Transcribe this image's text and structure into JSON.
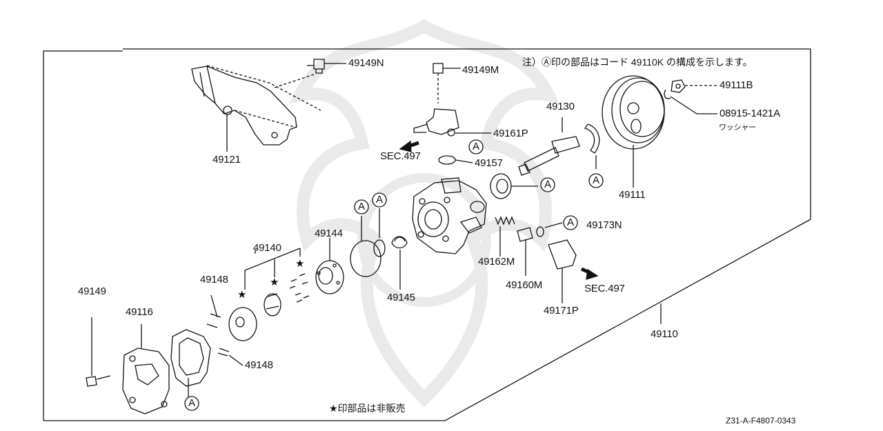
{
  "diagram": {
    "note_top": "注）Ⓐ印の部品はコード 49110K の構成を示します。",
    "note_bottom": "★印部品は非販売",
    "figure_ref": "Z31-A-F4807-0343",
    "washer_caption": "ワッシャー",
    "circle_marker": "A",
    "star_marker": "★"
  },
  "parts": {
    "p49149N": "49149N",
    "p49149M": "49149M",
    "p49111B": "49111B",
    "p08915": "08915-1421A",
    "p49130": "49130",
    "p49161P": "49161P",
    "sec497_a": "SEC.497",
    "p49157": "49157",
    "p49121": "49121",
    "p49111": "49111",
    "p49173N": "49173N",
    "p49144": "49144",
    "p49140": "49140",
    "p49162M": "49162M",
    "p49160M": "49160M",
    "sec497_b": "SEC.497",
    "p49148_a": "49148",
    "p49145": "49145",
    "p49149": "49149",
    "p49116": "49116",
    "p49171P": "49171P",
    "p49110": "49110",
    "p49148_b": "49148"
  },
  "colors": {
    "ink": "#111111",
    "watermark": "#000000"
  }
}
